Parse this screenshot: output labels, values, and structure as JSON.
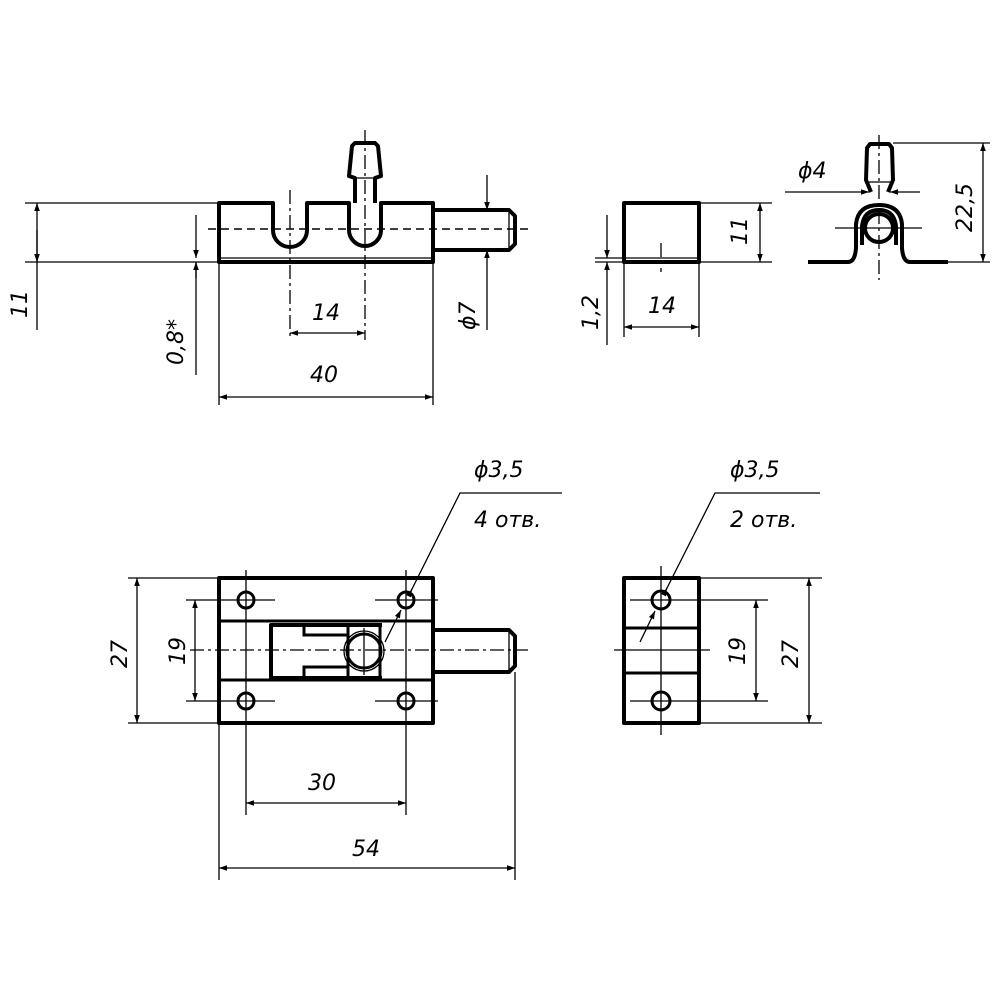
{
  "drawing": {
    "front_view": {
      "dim_height": "11",
      "dim_thickness": "0,8*",
      "dim_slot_spacing": "14",
      "dim_length": "40",
      "dim_pin_diameter": "ϕ7"
    },
    "side_view": {
      "dim_height": "11",
      "dim_thickness": "1,2",
      "dim_width": "14"
    },
    "end_view": {
      "dim_knob_diameter": "ϕ4",
      "dim_total_height": "22,5"
    },
    "top_view": {
      "hole_diameter": "ϕ3,5",
      "hole_count": "4 отв.",
      "dim_width": "27",
      "dim_hole_spacing_v": "19",
      "dim_hole_spacing_h": "30",
      "dim_total_length": "54"
    },
    "strike_view": {
      "hole_diameter": "ϕ3,5",
      "hole_count": "2 отв.",
      "dim_hole_spacing": "19",
      "dim_width": "27"
    }
  }
}
